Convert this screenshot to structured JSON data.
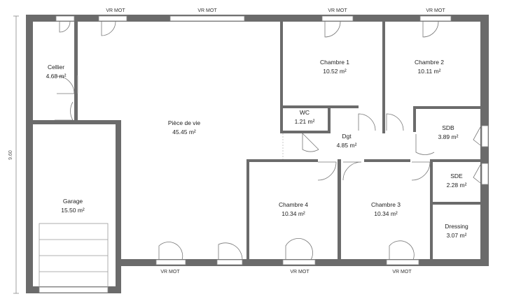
{
  "plan": {
    "dimension": "9.60",
    "rooms": [
      {
        "name": "Cellier",
        "area": "4.68 m²"
      },
      {
        "name": "Pièce de vie",
        "area": "45.45 m²"
      },
      {
        "name": "Chambre 1",
        "area": "10.52 m²"
      },
      {
        "name": "Chambre 2",
        "area": "10.11 m²"
      },
      {
        "name": "WC",
        "area": "1.21 m²"
      },
      {
        "name": "Dgt",
        "area": "4.85 m²"
      },
      {
        "name": "SDB",
        "area": "3.89 m²"
      },
      {
        "name": "SDE",
        "area": "2.28 m²"
      },
      {
        "name": "Garage",
        "area": "15.50 m²"
      },
      {
        "name": "Chambre 4",
        "area": "10.34 m²"
      },
      {
        "name": "Chambre 3",
        "area": "10.34 m²"
      },
      {
        "name": "Dressing",
        "area": "3.07 m²"
      }
    ],
    "windows": [
      {
        "label": "VR MOT"
      },
      {
        "label": "VR MOT"
      },
      {
        "label": "VR MOT"
      },
      {
        "label": "VR MOT"
      },
      {
        "label": "VR MOT"
      },
      {
        "label": "VR MOT"
      },
      {
        "label": "VR MOT"
      }
    ]
  }
}
